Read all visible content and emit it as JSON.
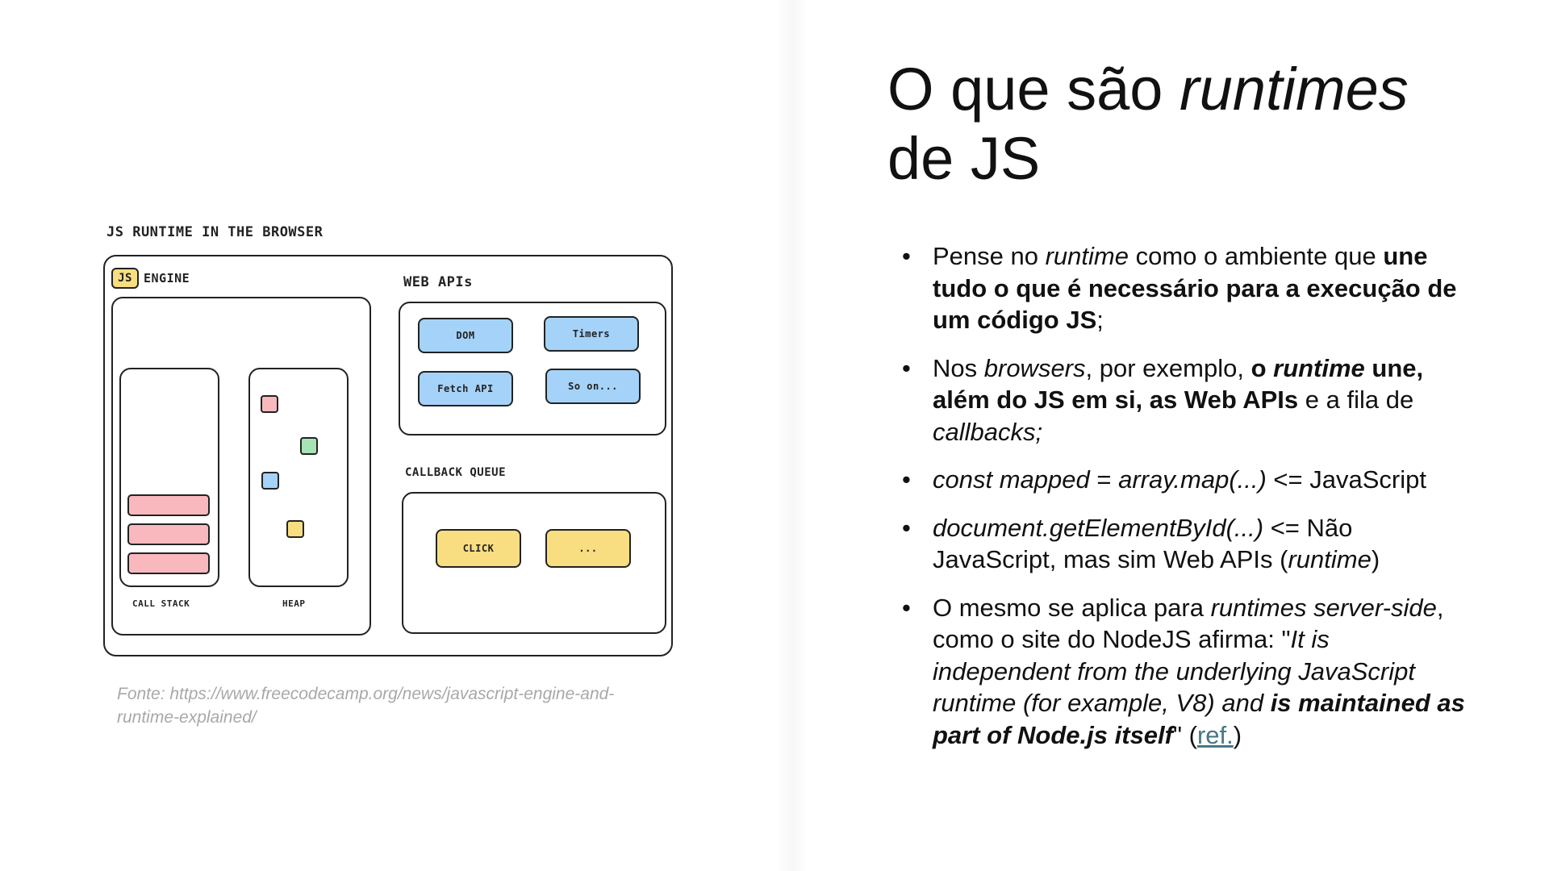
{
  "diagram": {
    "title": "JS RUNTIME IN THE BROWSER",
    "js_badge": "JS",
    "engine_label": "ENGINE",
    "call_stack_label": "CALL STACK",
    "heap_label": "HEAP",
    "web_apis_label": "WEB APIs",
    "web_apis": [
      "DOM",
      "Timers",
      "Fetch API",
      "So on..."
    ],
    "callback_queue_label": "CALLBACK QUEUE",
    "callback_items": [
      "CLICK",
      "..."
    ]
  },
  "source": "Fonte: https://www.freecodecamp.org/news/javascript-engine-and-runtime-explained/",
  "slide": {
    "title_plain": "O que são ",
    "title_italic": "runtimes",
    "title_end": "de JS",
    "b1": {
      "a": "Pense no ",
      "b_i": "runtime",
      "c": " como o ambiente que ",
      "d_b": "une tudo o que é necessário para a execução de um código JS",
      "e": ";"
    },
    "b2": {
      "a": "Nos ",
      "b_i": "browsers",
      "c": ", por exemplo, ",
      "d_b": "o ",
      "e_bi": "runtime",
      "f_b": " une, além do JS em si, as Web APIs",
      "g": " e a fila de ",
      "h_i": "callbacks;"
    },
    "b3": {
      "a_i": "const mapped",
      "b": " = ",
      "c_i": "array.map(...)",
      "d": " <= JavaScript"
    },
    "b4": {
      "a_i": "document.getElementById(...)",
      "b": " <= Não JavaScript, mas sim Web APIs (",
      "c_i": "runtime",
      "d": ")"
    },
    "b5": {
      "a": "O mesmo se aplica para ",
      "b_i": "runtimes server-side",
      "c": ", como o site do NodeJS afirma: \"",
      "d_i": "It is independent from the underlying JavaScript runtime (for example, V8) and ",
      "e_bi": "is maintained as part of Node.js itself",
      "f": "\" (",
      "g_link": "ref.",
      "h": ")"
    }
  }
}
